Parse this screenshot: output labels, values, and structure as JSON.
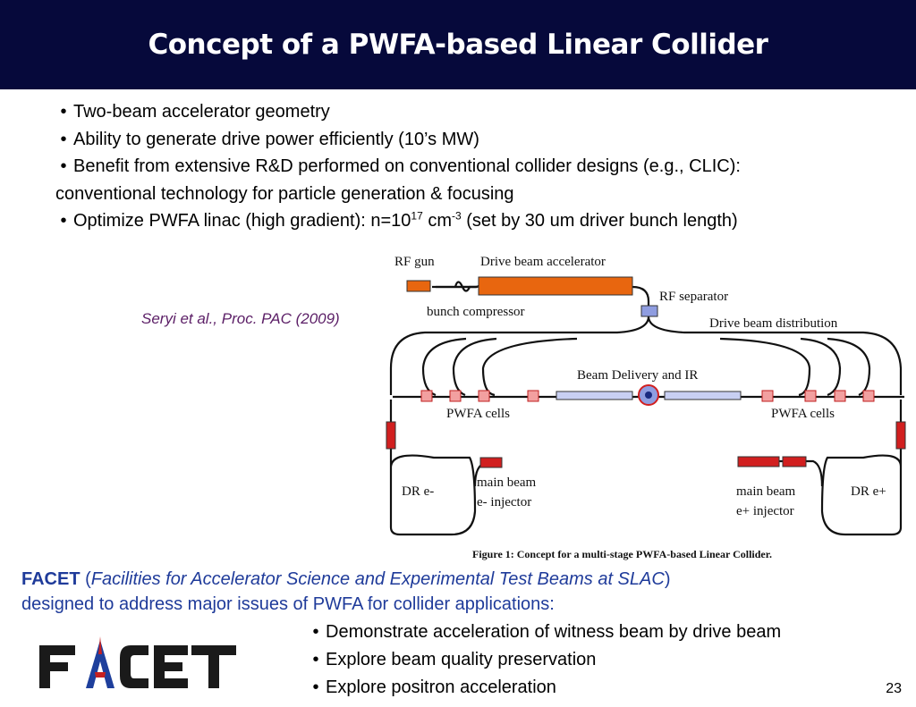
{
  "slide": {
    "title": "Concept of a PWFA-based Linear Collider",
    "page_number": "23"
  },
  "bullets": {
    "b1": "Two-beam accelerator geometry",
    "b2": "Ability to generate drive power efficiently (10’s MW)",
    "b3a": "Benefit from extensive R&D performed on conventional collider designs (e.g., CLIC):",
    "b3b": "conventional technology for particle generation & focusing",
    "b4_pre": "Optimize PWFA linac (high gradient): n=10",
    "b4_sup1": "17",
    "b4_mid": " cm",
    "b4_sup2": "-3",
    "b4_post": " (set by 30 um driver bunch length)"
  },
  "citation": "Seryi et al., Proc. PAC (2009)",
  "figure": {
    "labels": {
      "rf_gun": "RF gun",
      "drive_beam_accelerator": "Drive beam accelerator",
      "rf_separator": "RF separator",
      "bunch_compressor": "bunch compressor",
      "drive_beam_distribution": "Drive beam distribution",
      "beam_delivery": "Beam Delivery and IR",
      "pwfa_cells_left": "PWFA cells",
      "pwfa_cells_right": "PWFA cells",
      "dr_e_minus": "DR e-",
      "dr_e_plus": "DR e+",
      "main_beam_left_1": "main beam",
      "main_beam_left_2": "e- injector",
      "main_beam_right_1": "main beam",
      "main_beam_right_2": "e+ injector"
    },
    "caption": "Figure 1: Concept for a multi-stage PWFA-based Linear Collider.",
    "colors": {
      "orange": "#e8660f",
      "red": "#d11f1f",
      "pink": "#e87d7d",
      "blue": "#8f9de0"
    }
  },
  "facet": {
    "name": "FACET",
    "open_paren": " (",
    "expansion": "Facilities for Accelerator Science and Experimental Test Beams at SLAC",
    "close_paren": ")",
    "line2": "designed to address major issues of PWFA for collider applications:",
    "logo_text": "FACET"
  },
  "goals": [
    "Demonstrate acceleration of witness beam by drive beam",
    "Explore beam quality preservation",
    "Explore positron acceleration"
  ],
  "bullet_glyph": "•"
}
